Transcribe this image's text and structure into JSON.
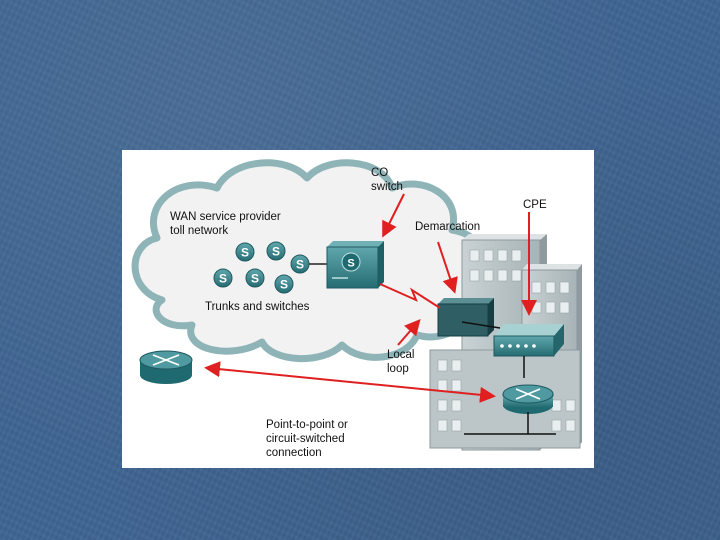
{
  "diagram": {
    "labels": {
      "cloud_title": "WAN service provider\ntoll network",
      "trunks": "Trunks and switches",
      "co_switch": "CO\nswitch",
      "demarcation": "Demarcation",
      "cpe": "CPE",
      "local_loop": "Local\nloop",
      "connection": "Point-to-point or\ncircuit-switched\nconnection"
    },
    "switch_glyph": "S"
  },
  "colors": {
    "slide_background": "#3f6592",
    "arrow": "#e02020",
    "device_teal": "#2f7f86",
    "cloud_fill": "#f2f2f2",
    "cloud_edge": "#8fb4b8",
    "building": "#b9c4c6"
  }
}
